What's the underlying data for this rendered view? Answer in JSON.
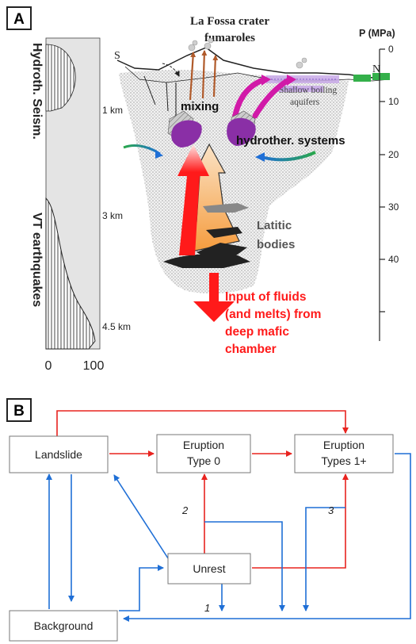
{
  "panel_a": {
    "label": "A",
    "left_axis": {
      "top_title": "Hydroth. Seism.",
      "bottom_title": "VT earthquakes",
      "tick_0": "0",
      "tick_100": "100"
    },
    "depths": [
      "1 km",
      "3 km",
      "4.5 km"
    ],
    "pressure": {
      "title": "P (MPa)",
      "ticks": [
        "0",
        "10",
        "20",
        "30",
        "40"
      ]
    },
    "labels": {
      "crater_line1": "La Fossa crater",
      "crater_line2": "fumaroles",
      "south": "S",
      "north": "N",
      "aquifers_line1": "Shallow boiling",
      "aquifers_line2": "aquifers",
      "mixing": "mixing",
      "hydrother": "hydrother. systems",
      "latitic_line1": "Latitic",
      "latitic_line2": "bodies",
      "input_line1": "Input of fluids",
      "input_line2": "(and melts) from",
      "input_line3": "deep mafic",
      "input_line4": "chamber"
    }
  },
  "panel_b": {
    "label": "B",
    "boxes": {
      "landslide": "Landslide",
      "eruption0_line1": "Eruption",
      "eruption0_line2": "Type 0",
      "eruption1_line1": "Eruption",
      "eruption1_line2": "Types 1+",
      "unrest": "Unrest",
      "background": "Background"
    },
    "arrow_numbers": [
      "1",
      "2",
      "3"
    ]
  },
  "colors": {
    "red": "#e8231f",
    "blue": "#1f6fd6",
    "magma_red": "#ff1a1a",
    "purple": "#8a2fa6",
    "magenta": "#d11aa8",
    "orange": "#f0a050"
  }
}
